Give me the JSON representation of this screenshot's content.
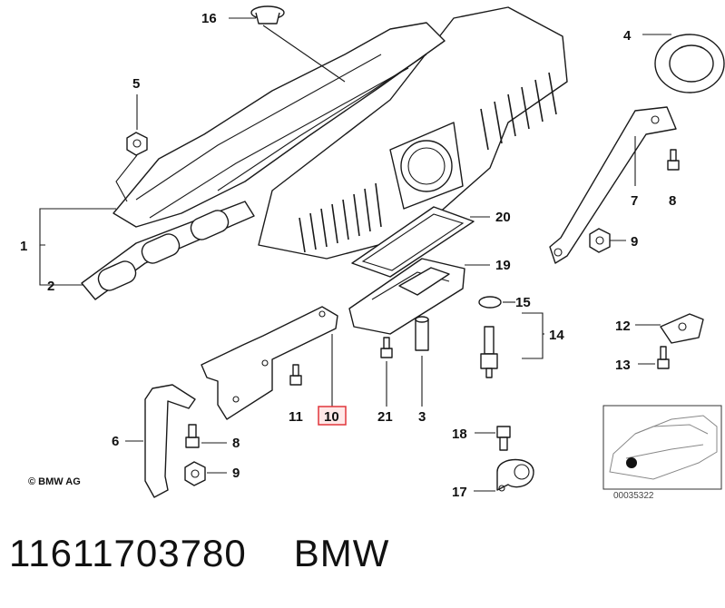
{
  "callouts": {
    "p1": "1",
    "p2": "2",
    "p3": "3",
    "p4": "4",
    "p5": "5",
    "p6": "6",
    "p7": "7",
    "p8a": "8",
    "p8b": "8",
    "p9a": "9",
    "p9b": "9",
    "p10": "10",
    "p11": "11",
    "p12": "12",
    "p13": "13",
    "p14": "14",
    "p15": "15",
    "p16": "16",
    "p17": "17",
    "p18": "18",
    "p19": "19",
    "p20": "20",
    "p21": "21"
  },
  "highlight": {
    "part": "10",
    "color": "#e0353b"
  },
  "copyright": "© BMW AG",
  "inset_code": "00035322",
  "footer": {
    "part_number": "11611703780",
    "brand": "BMW"
  }
}
